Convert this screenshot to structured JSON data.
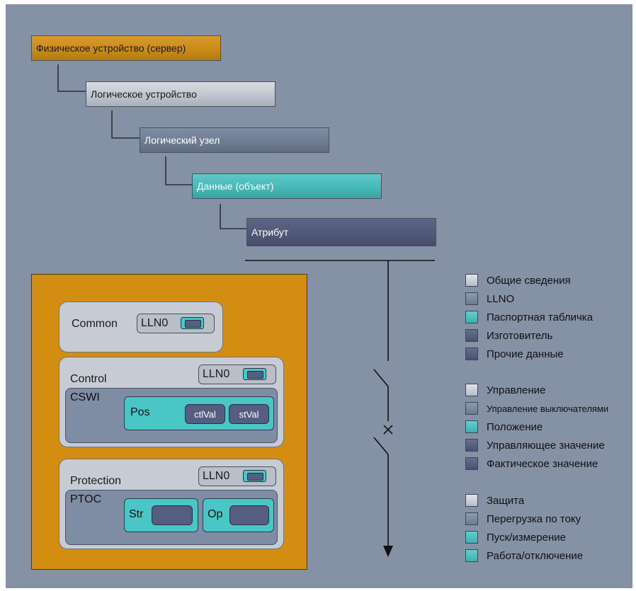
{
  "hierarchy": {
    "physical_device": "Физическое устройство (сервер)",
    "logical_device": "Логическое устройство",
    "logical_node": "Логический узел",
    "data_object": "Данные (объект)",
    "attribute": "Атрибут"
  },
  "panel": {
    "common": {
      "label": "Common",
      "llno": "LLN0"
    },
    "control": {
      "label": "Control",
      "llno": "LLN0",
      "node": "CSWI",
      "object": "Pos",
      "attr1": "ctlVal",
      "attr2": "stVal"
    },
    "protection": {
      "label": "Protection",
      "llno": "LLN0",
      "node": "PTOC",
      "obj1": "Str",
      "obj2": "Op"
    }
  },
  "legend": {
    "group1": [
      {
        "label": "Общие сведения",
        "swatch": "light"
      },
      {
        "label": "LLNO",
        "swatch": "mid"
      },
      {
        "label": "Паспортная табличка",
        "swatch": "teal"
      },
      {
        "label": "Изготовитель",
        "swatch": "dark"
      },
      {
        "label": "Прочие данные",
        "swatch": "dark"
      }
    ],
    "group2": [
      {
        "label": "Управление",
        "swatch": "light"
      },
      {
        "label": "Управление выключателями",
        "swatch": "mid"
      },
      {
        "label": "Положение",
        "swatch": "teal"
      },
      {
        "label": "Управляющее значение",
        "swatch": "dark"
      },
      {
        "label": "Фактическое значение",
        "swatch": "dark"
      }
    ],
    "group3": [
      {
        "label": "Защита",
        "swatch": "light"
      },
      {
        "label": "Перегрузка по току",
        "swatch": "mid"
      },
      {
        "label": "Пуск/измерение",
        "swatch": "teal"
      },
      {
        "label": "Работа/отключение",
        "swatch": "teal"
      }
    ]
  },
  "colors": {
    "background": "#8592a6",
    "physical_device": "#c98a16",
    "logical_device": "#bcc3cc",
    "logical_node": "#6e7c92",
    "data_object": "#45b7b7",
    "attribute": "#505878",
    "panel": "#d38d10"
  }
}
